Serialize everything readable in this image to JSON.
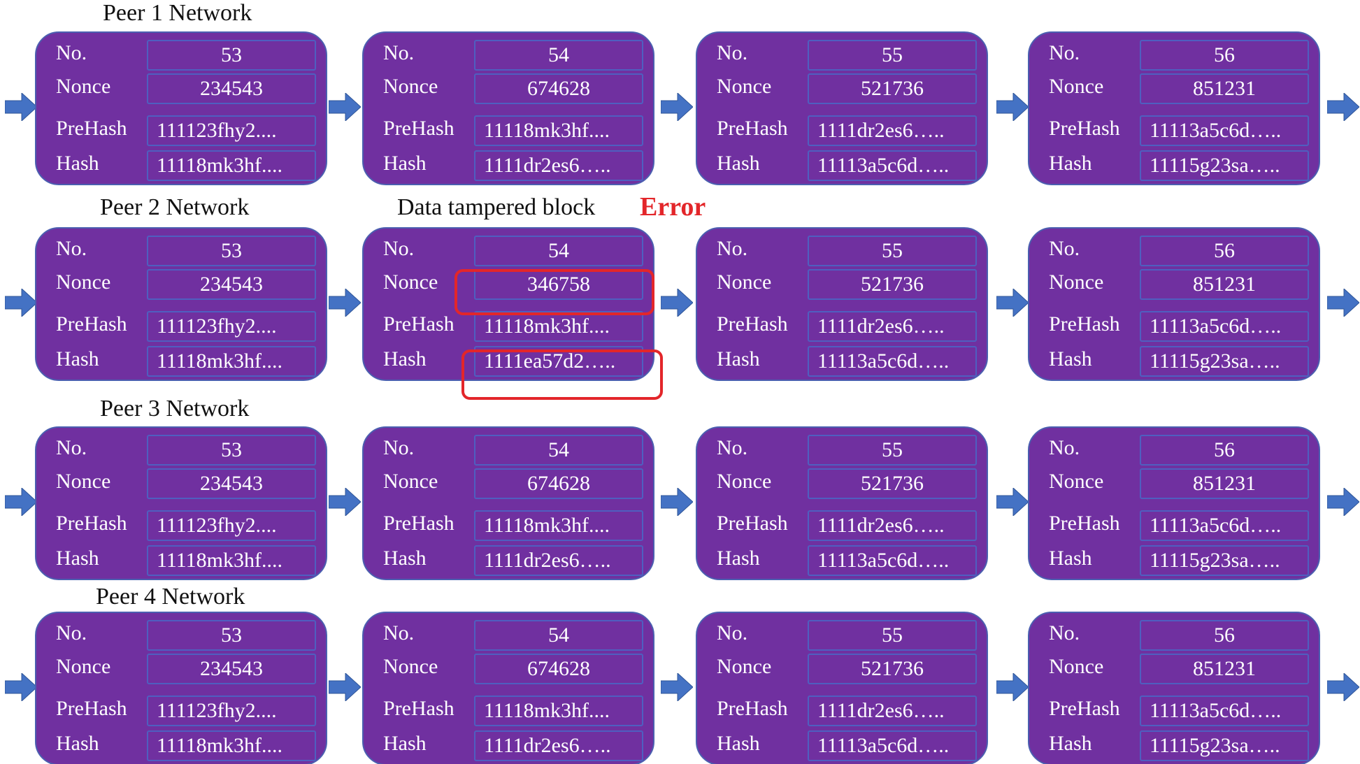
{
  "field_labels": {
    "no": "No.",
    "nonce": "Nonce",
    "prehash": "PreHash",
    "hash": "Hash"
  },
  "annotations": {
    "tampered": "Data tampered block",
    "error": "Error"
  },
  "colors": {
    "block_fill": "#7030a0",
    "arrow": "#4472c4",
    "error": "#e3262a"
  },
  "peers": [
    {
      "label": "Peer 1 Network",
      "blocks": [
        {
          "no": "53",
          "nonce": "234543",
          "prehash": "111123fhy2....",
          "hash": "11118mk3hf...."
        },
        {
          "no": "54",
          "nonce": "674628",
          "prehash": "11118mk3hf....",
          "hash": "1111dr2es6….."
        },
        {
          "no": "55",
          "nonce": "521736",
          "prehash": "1111dr2es6…..",
          "hash": "11113a5c6d….."
        },
        {
          "no": "56",
          "nonce": "851231",
          "prehash": "11113a5c6d…..",
          "hash": "11115g23sa….."
        }
      ]
    },
    {
      "label": "Peer 2 Network",
      "blocks": [
        {
          "no": "53",
          "nonce": "234543",
          "prehash": "111123fhy2....",
          "hash": "11118mk3hf...."
        },
        {
          "no": "54",
          "nonce": "346758",
          "prehash": "11118mk3hf....",
          "hash": "1111ea57d2….."
        },
        {
          "no": "55",
          "nonce": "521736",
          "prehash": "1111dr2es6…..",
          "hash": "11113a5c6d….."
        },
        {
          "no": "56",
          "nonce": "851231",
          "prehash": "11113a5c6d…..",
          "hash": "11115g23sa….."
        }
      ]
    },
    {
      "label": "Peer 3 Network",
      "blocks": [
        {
          "no": "53",
          "nonce": "234543",
          "prehash": "111123fhy2....",
          "hash": "11118mk3hf...."
        },
        {
          "no": "54",
          "nonce": "674628",
          "prehash": "11118mk3hf....",
          "hash": "1111dr2es6….."
        },
        {
          "no": "55",
          "nonce": "521736",
          "prehash": "1111dr2es6…..",
          "hash": "11113a5c6d….."
        },
        {
          "no": "56",
          "nonce": "851231",
          "prehash": "11113a5c6d…..",
          "hash": "11115g23sa….."
        }
      ]
    },
    {
      "label": "Peer 4 Network",
      "blocks": [
        {
          "no": "53",
          "nonce": "234543",
          "prehash": "111123fhy2....",
          "hash": "11118mk3hf...."
        },
        {
          "no": "54",
          "nonce": "674628",
          "prehash": "11118mk3hf....",
          "hash": "1111dr2es6….."
        },
        {
          "no": "55",
          "nonce": "521736",
          "prehash": "1111dr2es6…..",
          "hash": "11113a5c6d….."
        },
        {
          "no": "56",
          "nonce": "851231",
          "prehash": "11113a5c6d…..",
          "hash": "11115g23sa….."
        }
      ]
    }
  ]
}
